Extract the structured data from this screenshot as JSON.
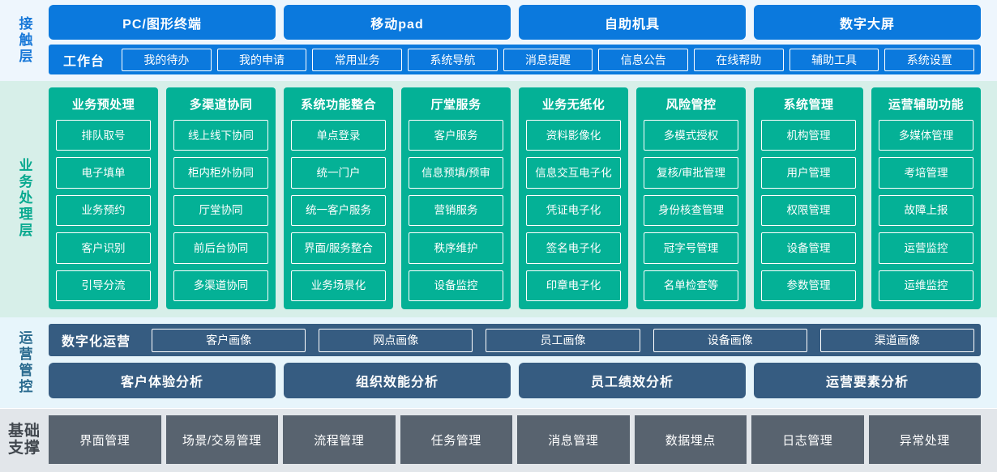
{
  "layers": {
    "contact": {
      "label": "接触层",
      "channels": [
        "PC/图形终端",
        "移动pad",
        "自助机具",
        "数字大屏"
      ],
      "workbench_title": "工作台",
      "workbench_items": [
        "我的待办",
        "我的申请",
        "常用业务",
        "系统导航",
        "消息提醒",
        "信息公告",
        "在线帮助",
        "辅助工具",
        "系统设置"
      ]
    },
    "business": {
      "label": "业务处理层",
      "columns": [
        {
          "title": "业务预处理",
          "items": [
            "排队取号",
            "电子填单",
            "业务预约",
            "客户识别",
            "引导分流"
          ]
        },
        {
          "title": "多渠道协同",
          "items": [
            "线上线下协同",
            "柜内柜外协同",
            "厅堂协同",
            "前后台协同",
            "多渠道协同"
          ]
        },
        {
          "title": "系统功能整合",
          "items": [
            "单点登录",
            "统一门户",
            "统一客户服务",
            "界面/服务整合",
            "业务场景化"
          ]
        },
        {
          "title": "厅堂服务",
          "items": [
            "客户服务",
            "信息预填/预审",
            "营销服务",
            "秩序维护",
            "设备监控"
          ]
        },
        {
          "title": "业务无纸化",
          "items": [
            "资料影像化",
            "信息交互电子化",
            "凭证电子化",
            "签名电子化",
            "印章电子化"
          ]
        },
        {
          "title": "风险管控",
          "items": [
            "多模式授权",
            "复核/审批管理",
            "身份核查管理",
            "冠字号管理",
            "名单检查等"
          ]
        },
        {
          "title": "系统管理",
          "items": [
            "机构管理",
            "用户管理",
            "权限管理",
            "设备管理",
            "参数管理"
          ]
        },
        {
          "title": "运营辅助功能",
          "items": [
            "多媒体管理",
            "考培管理",
            "故障上报",
            "运营监控",
            "运维监控"
          ]
        }
      ]
    },
    "operations": {
      "label": "运营管控",
      "digital_title": "数字化运营",
      "portraits": [
        "客户画像",
        "网点画像",
        "员工画像",
        "设备画像",
        "渠道画像"
      ],
      "analyses": [
        "客户体验分析",
        "组织效能分析",
        "员工绩效分析",
        "运营要素分析"
      ]
    },
    "base": {
      "label_line1": "基础",
      "label_line2": "支撑",
      "items": [
        "界面管理",
        "场景/交易管理",
        "流程管理",
        "任务管理",
        "消息管理",
        "数据埋点",
        "日志管理",
        "异常处理"
      ]
    }
  },
  "colors": {
    "contact_blue": "#0b79dd",
    "contact_bg": "#eef6fd",
    "business_teal": "#04b196",
    "business_bg": "#d7efe9",
    "ops_navy": "#365c81",
    "ops_bg": "#e7f5fb",
    "base_gray": "#58636f",
    "base_bg": "#e2e6ea"
  }
}
